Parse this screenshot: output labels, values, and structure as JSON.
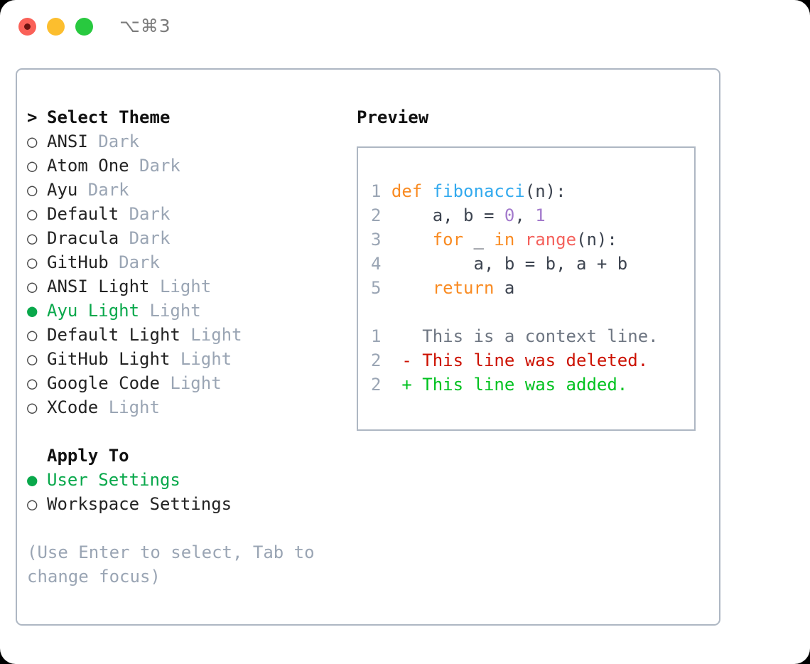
{
  "titlebar": {
    "traffic_lights": [
      "close-red",
      "minimize-yellow",
      "maximize-green"
    ],
    "shortcut": "⌥⌘3"
  },
  "theme_picker": {
    "header": {
      "marker": ">",
      "label": "Select Theme"
    },
    "items": [
      {
        "marker": "○",
        "name": "ANSI",
        "tag": "Dark",
        "selected": false
      },
      {
        "marker": "○",
        "name": "Atom One",
        "tag": "Dark",
        "selected": false
      },
      {
        "marker": "○",
        "name": "Ayu",
        "tag": "Dark",
        "selected": false
      },
      {
        "marker": "○",
        "name": "Default",
        "tag": "Dark",
        "selected": false
      },
      {
        "marker": "○",
        "name": "Dracula",
        "tag": "Dark",
        "selected": false
      },
      {
        "marker": "○",
        "name": "GitHub",
        "tag": "Dark",
        "selected": false
      },
      {
        "marker": "○",
        "name": "ANSI Light",
        "tag": "Light",
        "selected": false
      },
      {
        "marker": "●",
        "name": "Ayu Light",
        "tag": "Light",
        "selected": true
      },
      {
        "marker": "○",
        "name": "Default Light",
        "tag": "Light",
        "selected": false
      },
      {
        "marker": "○",
        "name": "GitHub Light",
        "tag": "Light",
        "selected": false
      },
      {
        "marker": "○",
        "name": "Google Code",
        "tag": "Light",
        "selected": false
      },
      {
        "marker": "○",
        "name": "XCode",
        "tag": "Light",
        "selected": false
      }
    ]
  },
  "apply_to": {
    "header": {
      "marker": " ",
      "label": "Apply To"
    },
    "items": [
      {
        "marker": "●",
        "name": "User Settings",
        "selected": true
      },
      {
        "marker": "○",
        "name": "Workspace Settings",
        "selected": false
      }
    ]
  },
  "hint": "(Use Enter to select, Tab to change focus)",
  "preview": {
    "title": "Preview",
    "code_lines": [
      {
        "lineno": "1",
        "tokens": [
          {
            "text": "def ",
            "kind": "kw"
          },
          {
            "text": "fibonacci",
            "kind": "fn"
          },
          {
            "text": "(n):",
            "kind": "plain"
          }
        ]
      },
      {
        "lineno": "2",
        "tokens": [
          {
            "text": "    a, b = ",
            "kind": "plain"
          },
          {
            "text": "0",
            "kind": "num"
          },
          {
            "text": ", ",
            "kind": "plain"
          },
          {
            "text": "1",
            "kind": "num"
          }
        ]
      },
      {
        "lineno": "3",
        "tokens": [
          {
            "text": "    ",
            "kind": "plain"
          },
          {
            "text": "for",
            "kind": "kw"
          },
          {
            "text": " _ ",
            "kind": "plain"
          },
          {
            "text": "in",
            "kind": "kw"
          },
          {
            "text": " ",
            "kind": "plain"
          },
          {
            "text": "range",
            "kind": "call"
          },
          {
            "text": "(n):",
            "kind": "plain"
          }
        ]
      },
      {
        "lineno": "4",
        "tokens": [
          {
            "text": "        a, b = b, a + b",
            "kind": "plain"
          }
        ]
      },
      {
        "lineno": "5",
        "tokens": [
          {
            "text": "    ",
            "kind": "plain"
          },
          {
            "text": "return",
            "kind": "kw"
          },
          {
            "text": " a",
            "kind": "plain"
          }
        ]
      }
    ],
    "diff_lines": [
      {
        "lineno": "1",
        "marker": " ",
        "text": "This is a context line.",
        "kind": "ctx"
      },
      {
        "lineno": "2",
        "marker": "-",
        "text": "This line was deleted.",
        "kind": "del"
      },
      {
        "lineno": "2",
        "marker": "+",
        "text": "This line was added.",
        "kind": "add"
      }
    ]
  },
  "colors": {
    "accent_green": "#09a84b",
    "muted_gray": "#9aa5b4",
    "border": "#aeb7c3",
    "keyword_orange": "#f98b22",
    "function_blue": "#33aaee",
    "call_red": "#f4615c",
    "number_purple": "#a37acc",
    "diff_delete": "#cc1100",
    "diff_add": "#00c21f",
    "light_red": "#fa6158",
    "light_yellow": "#fcbe2e",
    "light_green": "#28c93f"
  }
}
